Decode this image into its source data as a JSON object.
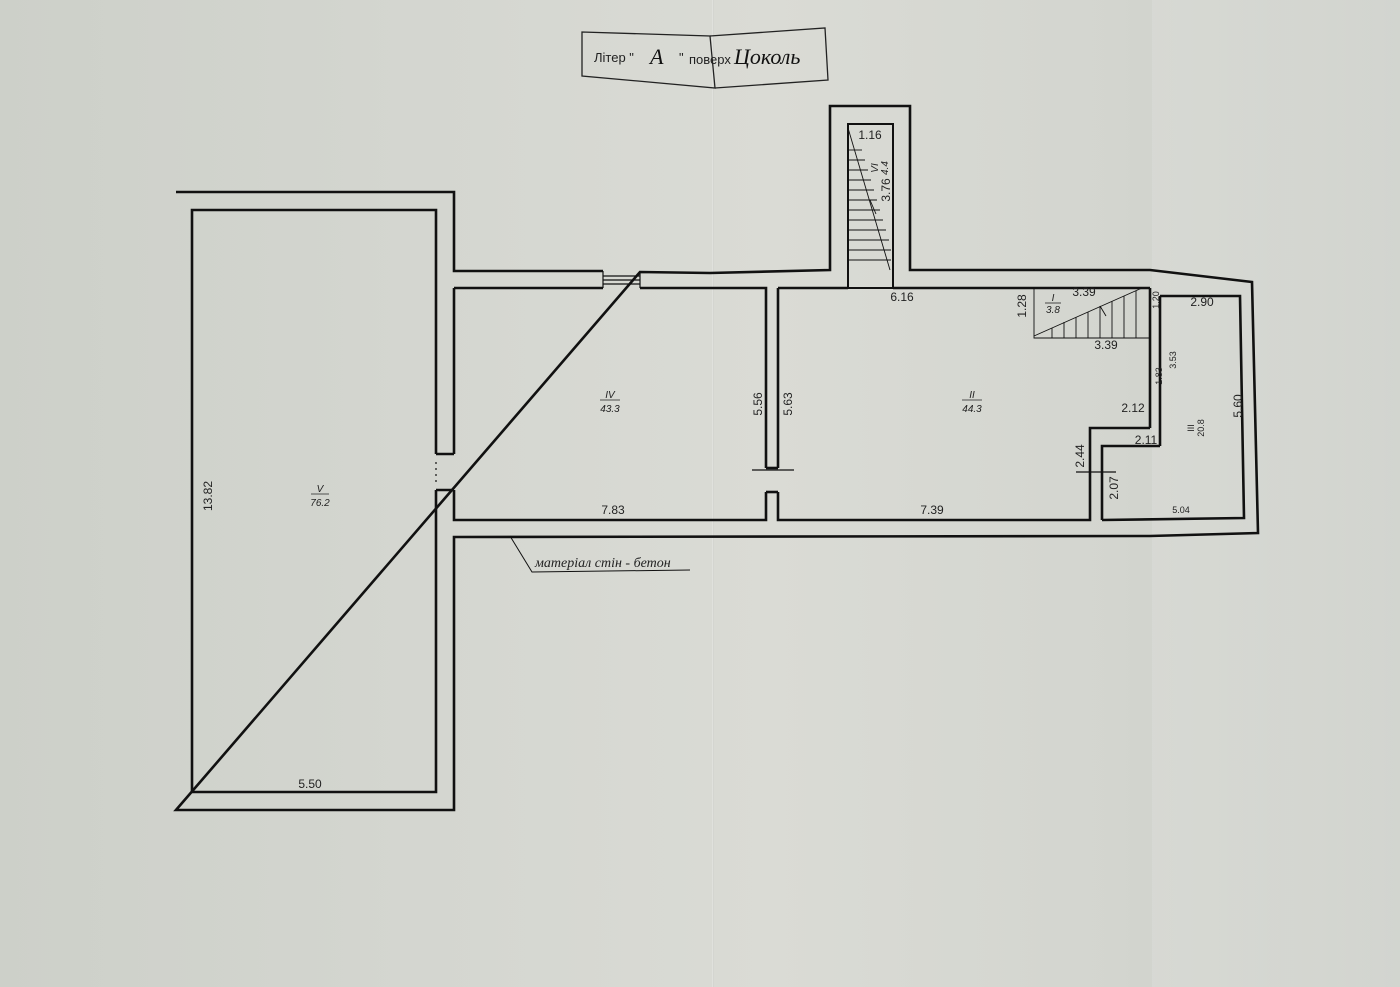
{
  "title": {
    "liter_label": "Літер \"",
    "liter_value": "А",
    "liter_close": "\"",
    "floor_label": "поверх",
    "floor_value": "Цоколь"
  },
  "note": "матеріал стін - бетон",
  "rooms": {
    "r1": {
      "number": "I",
      "area": "3.8"
    },
    "r2": {
      "number": "II",
      "area": "44.3"
    },
    "r3": {
      "number": "III",
      "area": "20.8"
    },
    "r4": {
      "number": "IV",
      "area": "43.3"
    },
    "r5": {
      "number": "V",
      "area": "76.2"
    },
    "r6": {
      "number": "VI",
      "area": "4.4"
    }
  },
  "dimensions": {
    "d_1_16": "1.16",
    "d_3_76": "3.76",
    "d_6_16": "6.16",
    "d_1_28": "1.28",
    "d_3_39_top": "3.39",
    "d_3_39_bottom": "3.39",
    "d_1_20": "1.20",
    "d_2_90": "2.90",
    "d_3_53": "3.53",
    "d_1_83": "1.83",
    "d_5_60": "5.60",
    "d_2_12": "2.12",
    "d_2_11": "2.11",
    "d_2_44": "2.44",
    "d_2_07": "2.07",
    "d_5_04": "5.04",
    "d_7_39": "7.39",
    "d_7_83": "7.83",
    "d_5_56": "5.56",
    "d_5_63": "5.63",
    "d_13_82": "13.82",
    "d_5_50": "5.50"
  },
  "colors": {
    "wall": "#111111",
    "paper": "#d6d8d1"
  }
}
